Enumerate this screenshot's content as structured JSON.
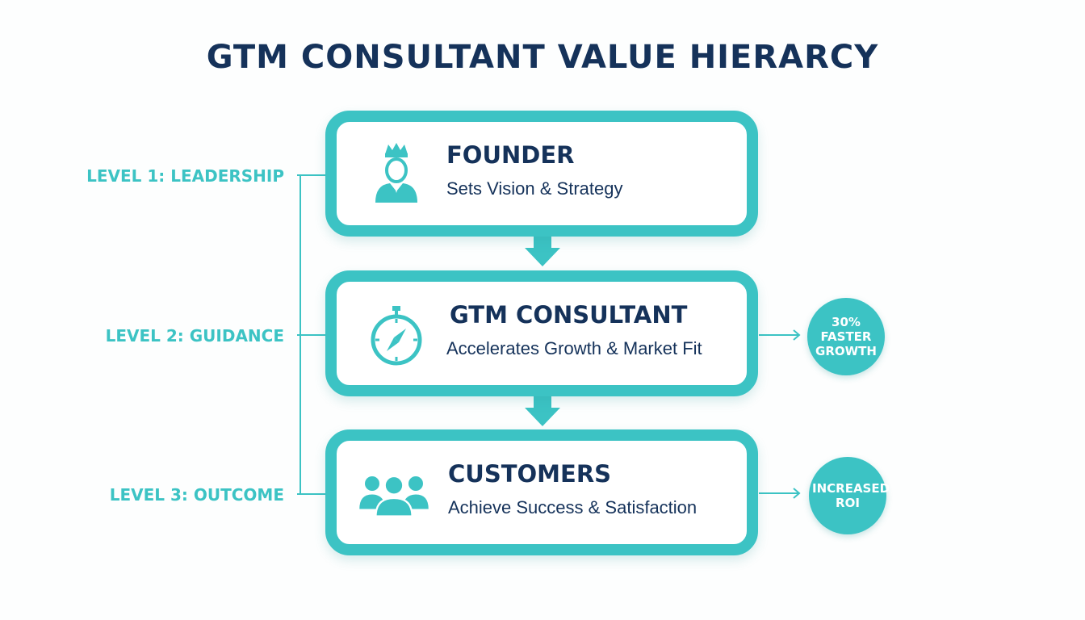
{
  "title": "GTM CONSULTANT VALUE HIERARCY",
  "colors": {
    "accent": "#3cc3c4",
    "text_dark": "#15325a",
    "background": "#fdfefe"
  },
  "levels": [
    {
      "label": "LEVEL 1: LEADERSHIP",
      "title": "FOUNDER",
      "subtitle": "Sets Vision & Strategy",
      "icon": "crowned-person-icon"
    },
    {
      "label": "LEVEL 2: GUIDANCE",
      "title": "GTM CONSULTANT",
      "subtitle": "Accelerates Growth & Market Fit",
      "icon": "compass-icon",
      "badge": "30% FASTER GROWTH"
    },
    {
      "label": "LEVEL 3: OUTCOME",
      "title": "CUSTOMERS",
      "subtitle": "Achieve Success & Satisfaction",
      "icon": "group-icon",
      "badge": "INCREASED ROI"
    }
  ]
}
